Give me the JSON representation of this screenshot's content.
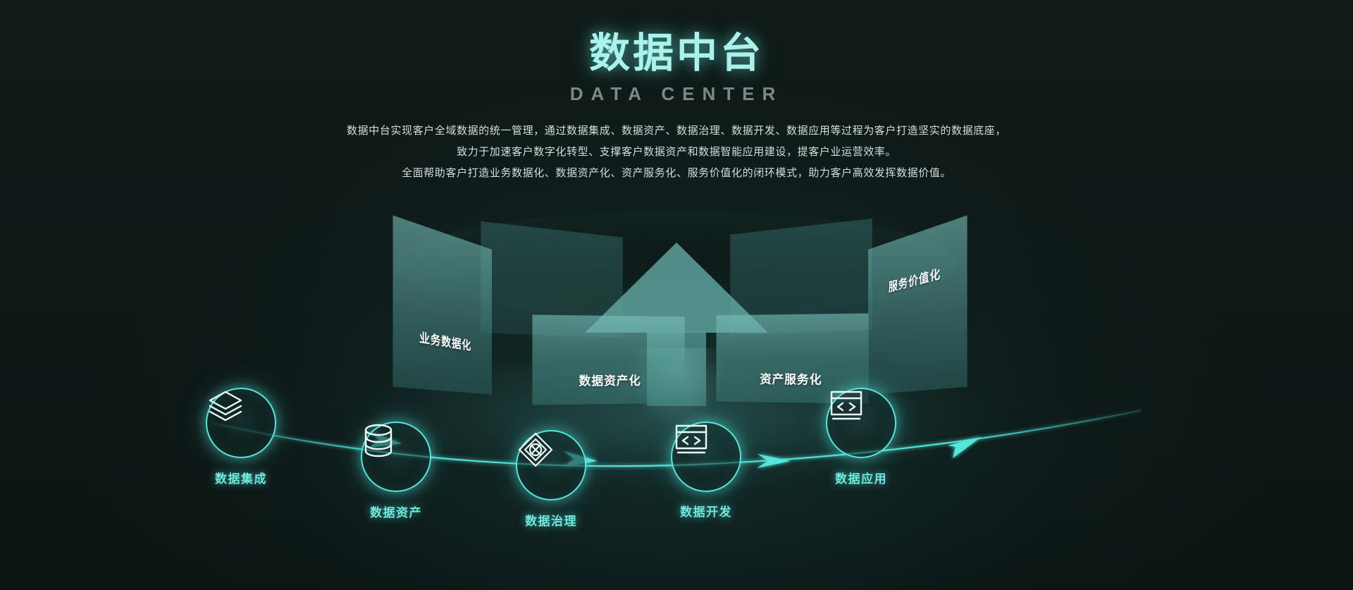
{
  "header": {
    "title_cn": "数据中台",
    "title_en": "DATA CENTER",
    "desc_line1": "数据中台实现客户全域数据的统一管理，通过数据集成、数据资产、数据治理、数据开发、数据应用等过程为客户打造坚实的数据底座，",
    "desc_line2": "致力于加速客户数字化转型、支撑客户数据资产和数据智能应用建设，提客户业运营效率。",
    "desc_line3": "全面帮助客户打造业务数据化、数据资产化、资产服务化、服务价值化的闭环模式，助力客户高效发挥数据价值。"
  },
  "colors": {
    "background": "#101a19",
    "accent_cyan": "#55e6dc",
    "title_cyan": "#aaf3ec",
    "title_en_gray": "#7a8a88",
    "ring_teal": "#6eb6b1",
    "desc_text": "#d4dedd"
  },
  "ring": {
    "center_icon": "up-arrow-icon",
    "segments": [
      {
        "label": "业务数据化",
        "position": "back-left"
      },
      {
        "label": "数据资产化",
        "position": "front-left"
      },
      {
        "label": "资产服务化",
        "position": "front-right"
      },
      {
        "label": "服务价值化",
        "position": "back-right"
      }
    ]
  },
  "flow": {
    "arrow_icon": "chevron-right-icon",
    "nodes": [
      {
        "label": "数据集成",
        "icon": "layers-icon"
      },
      {
        "label": "数据资产",
        "icon": "database-icon"
      },
      {
        "label": "数据治理",
        "icon": "diamond-governance-icon"
      },
      {
        "label": "数据开发",
        "icon": "code-window-icon"
      },
      {
        "label": "数据应用",
        "icon": "code-window-icon"
      }
    ]
  }
}
